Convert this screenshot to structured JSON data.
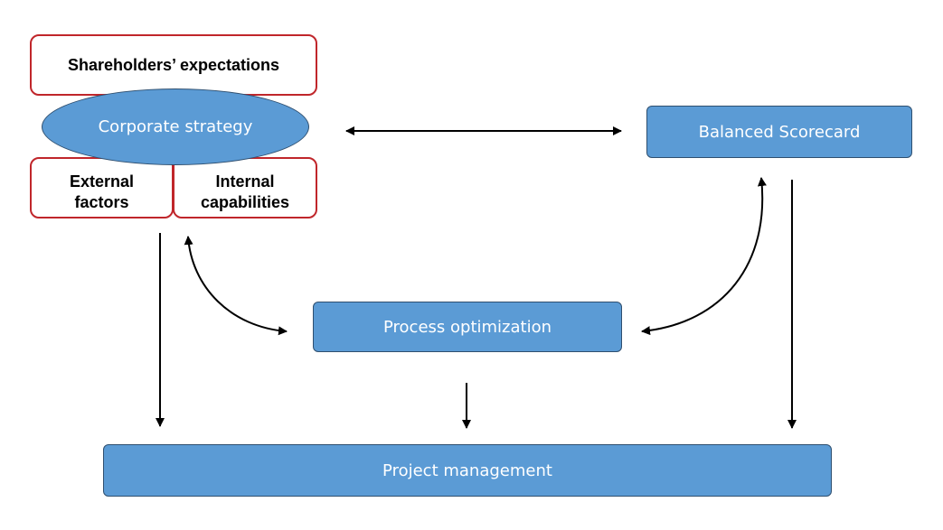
{
  "nodes": {
    "shareholders": "Shareholders’ expectations",
    "corporate_strategy": "Corporate strategy",
    "external_factors": "External factors",
    "internal_capabilities": "Internal capabilities",
    "balanced_scorecard": "Balanced Scorecard",
    "process_optimization": "Process optimization",
    "project_management": "Project management"
  },
  "colors": {
    "box_fill": "#5b9bd5",
    "box_border": "#2f4f6f",
    "red_border": "#c0262b",
    "arrow": "#000000",
    "text_light": "#ffffff",
    "text_dark": "#000000"
  },
  "edges": [
    {
      "from": "corporate_strategy",
      "to": "balanced_scorecard",
      "direction": "both"
    },
    {
      "from": "internal_capabilities",
      "to": "process_optimization",
      "direction": "both"
    },
    {
      "from": "balanced_scorecard",
      "to": "process_optimization",
      "direction": "both"
    },
    {
      "from": "external_factors",
      "to": "project_management",
      "direction": "forward"
    },
    {
      "from": "process_optimization",
      "to": "project_management",
      "direction": "forward"
    },
    {
      "from": "balanced_scorecard",
      "to": "project_management",
      "direction": "forward"
    }
  ]
}
